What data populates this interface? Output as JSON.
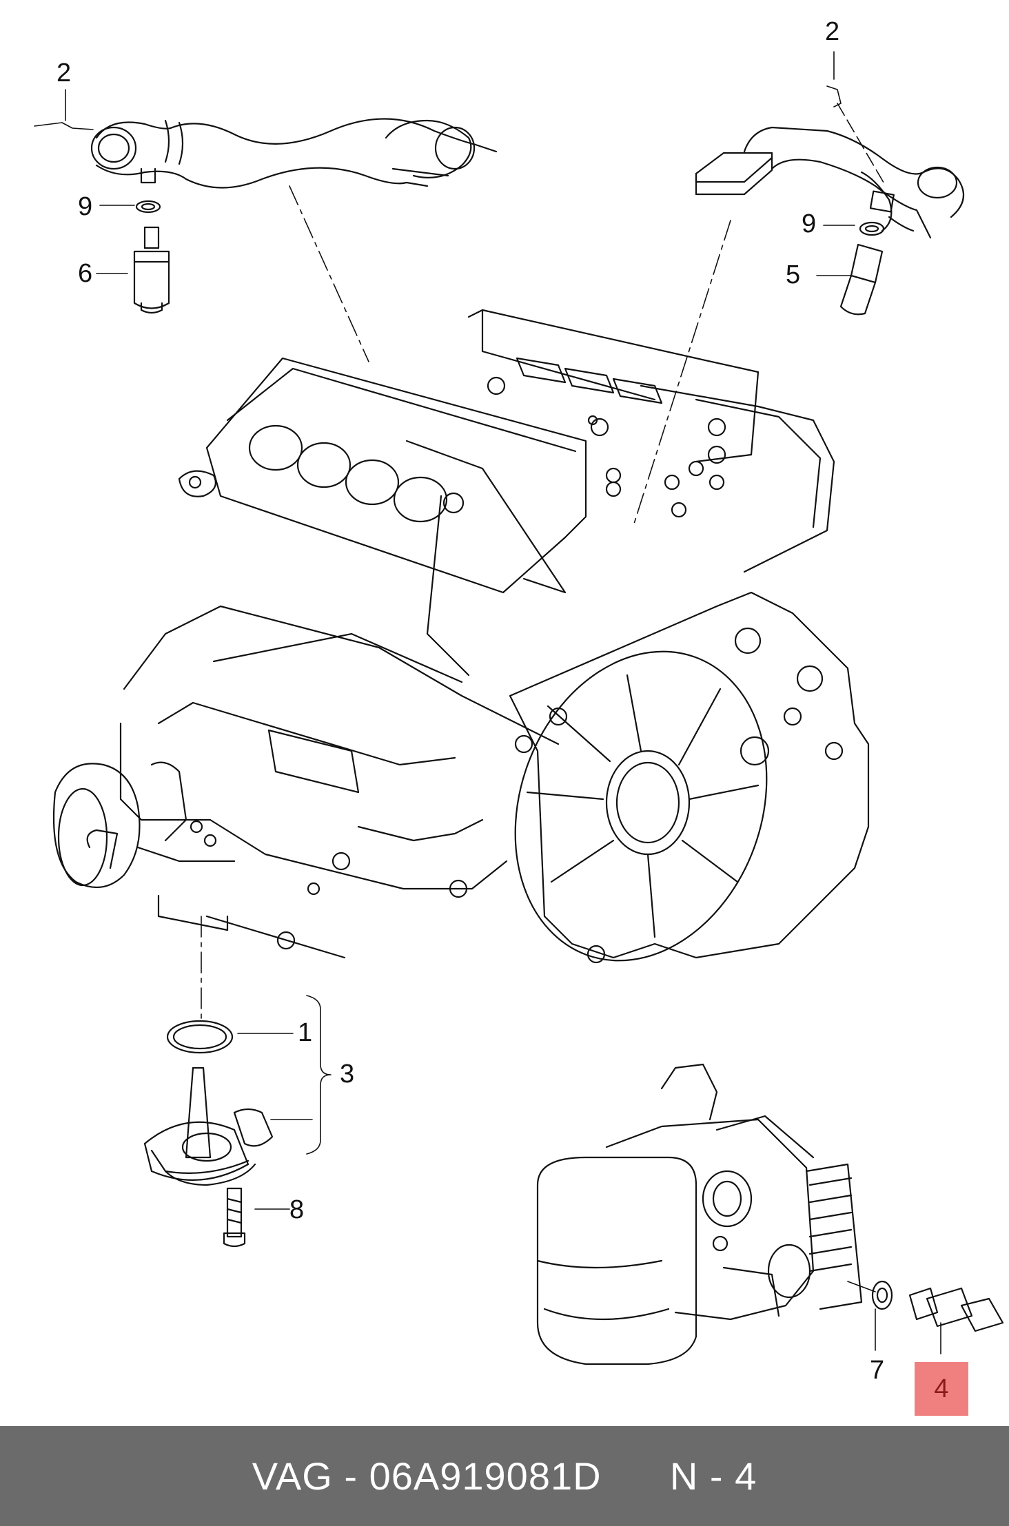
{
  "callouts": {
    "c2_left": "2",
    "c9_left": "9",
    "c6": "6",
    "c2_right": "2",
    "c9_right": "9",
    "c5": "5",
    "c1": "1",
    "c3": "3",
    "c8": "8",
    "c7": "7",
    "c4": "4"
  },
  "footer": {
    "brand": "VAG",
    "separator": "-",
    "part_number": "06A919081D",
    "position_label": "N - 4"
  },
  "colors": {
    "highlight": "#f08080",
    "highlight_text": "#8b1a1a",
    "footer_bg": "#6b6b6b",
    "line": "#111111"
  }
}
